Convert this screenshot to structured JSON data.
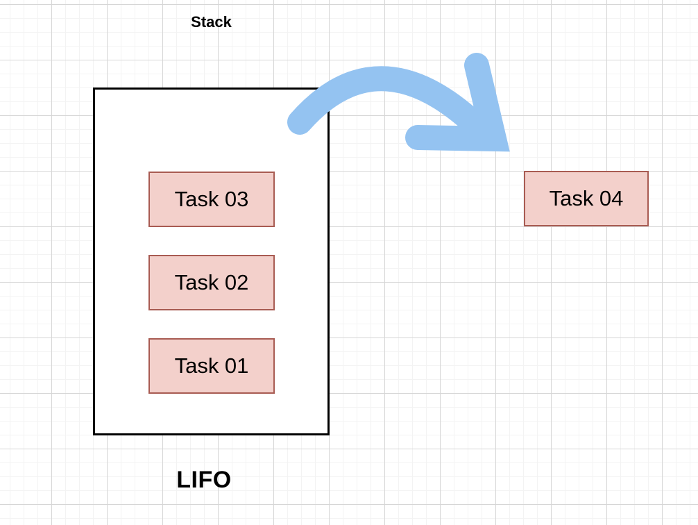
{
  "canvas": {
    "title": "Stack",
    "lifo_label": "LIFO",
    "stack_container": {
      "items": [
        "Task 03",
        "Task 02",
        "Task 01"
      ]
    },
    "popped_task": "Task 04",
    "icons": {
      "arrow": "curved-pop-arrow"
    },
    "colors": {
      "background": "#ffffff",
      "grid_minor": "#f3f3f3",
      "grid_major": "#d6d6d6",
      "container_border": "#000000",
      "task_fill": "#f3d0cb",
      "task_border": "#a85b52",
      "arrow": "#94c3f1",
      "text": "#000000"
    }
  }
}
